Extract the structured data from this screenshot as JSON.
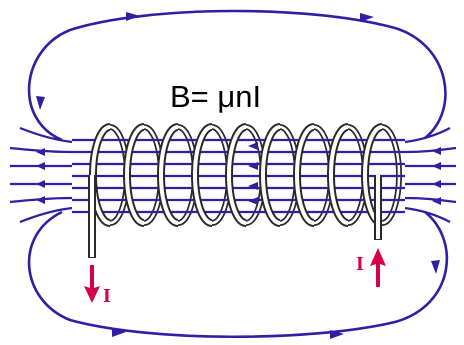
{
  "diagram": {
    "formula": "B= μnI",
    "current_left_label": "I",
    "current_right_label": "I",
    "colors": {
      "field_line": "#2e1fa3",
      "coil": "#2a2a2a",
      "coil_fill": "#ffffff",
      "current_arrow": "#d6004a",
      "background": "#ffffff"
    },
    "coil": {
      "turns": 9
    },
    "icons": [
      "field-line-arrow-icon",
      "current-arrow-icon"
    ]
  }
}
